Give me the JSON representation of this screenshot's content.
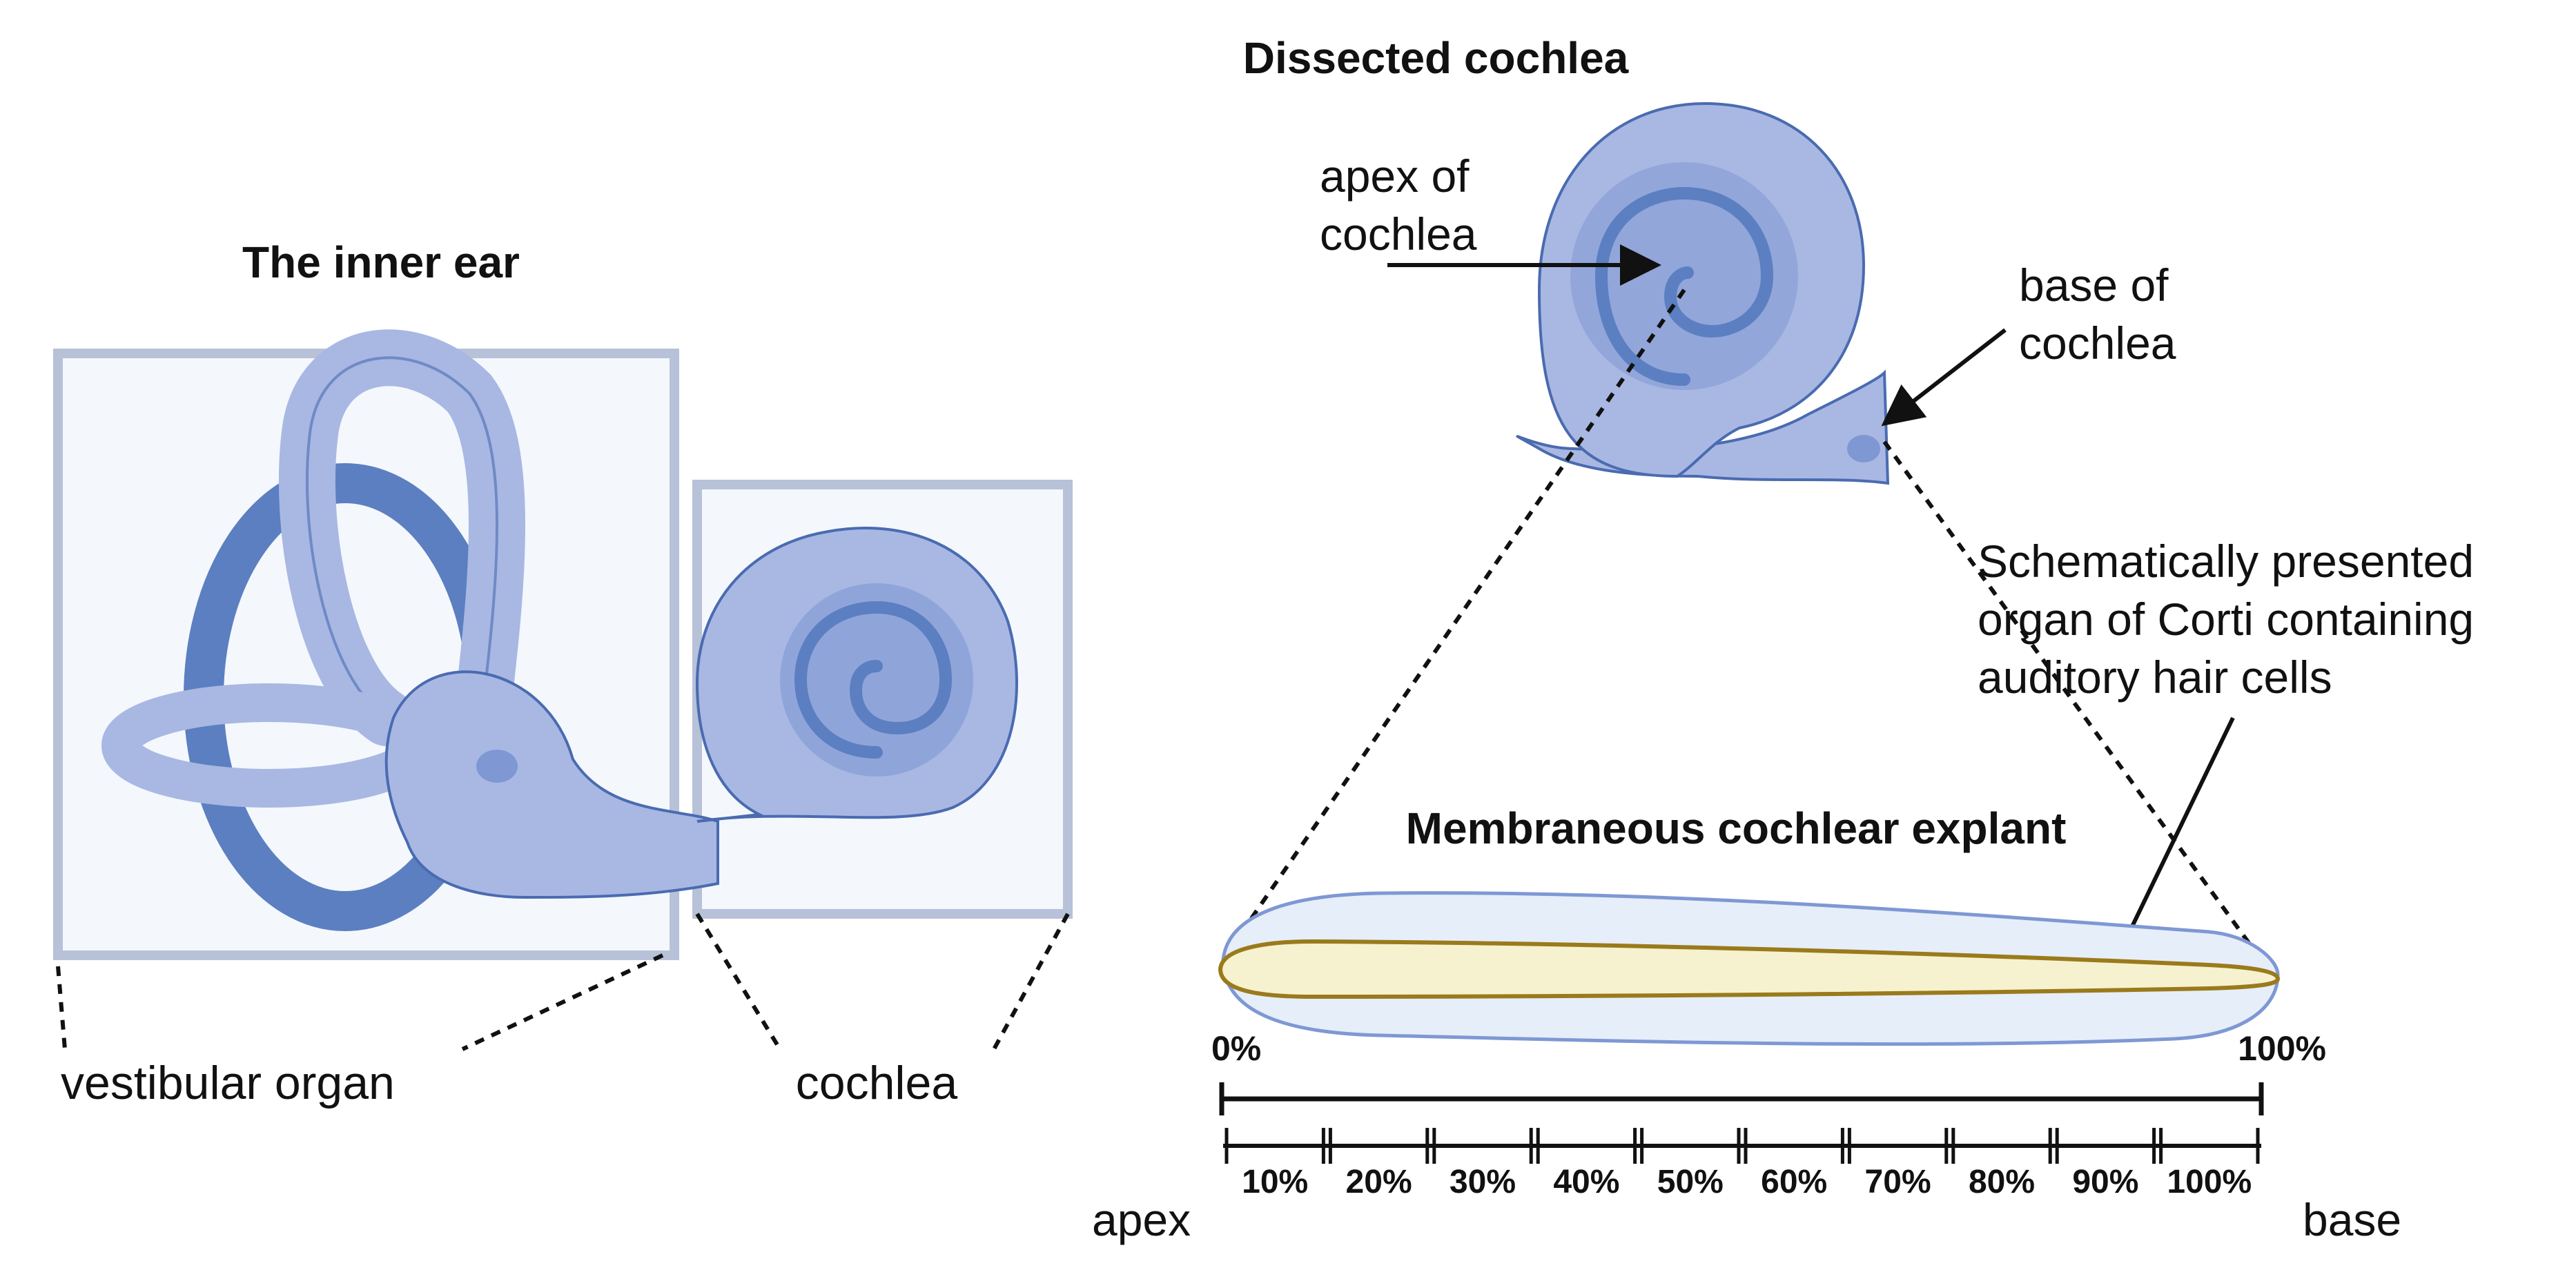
{
  "inner_ear": {
    "title": "The inner ear",
    "label_vestibular": "vestibular organ",
    "label_cochlea": "cochlea"
  },
  "dissected": {
    "title": "Dissected cochlea",
    "apex_line1": "apex of",
    "apex_line2": "cochlea",
    "base_line1": "base of",
    "base_line2": "cochlea"
  },
  "explant": {
    "title": "Membraneous cochlear explant",
    "schematic_line1": "Schematically presented",
    "schematic_line2": "organ of Corti containing",
    "schematic_line3": "auditory hair cells",
    "start_pct": "0%",
    "end_pct": "100%",
    "apex_label": "apex",
    "base_label": "base"
  },
  "scale": {
    "segments": [
      "10%",
      "20%",
      "30%",
      "40%",
      "50%",
      "60%",
      "70%",
      "80%",
      "90%",
      "100%"
    ]
  },
  "colors": {
    "structure_fill": "#a8b8e3",
    "structure_dark": "#5b7fc1",
    "structure_mid": "#7f98d4",
    "outline": "#4a6bb0",
    "box_border": "#b7c1d8",
    "box_fill": "#f4f7fc",
    "explant_fill": "#e6eef9",
    "corti_fill": "#f6f2cf",
    "corti_edge": "#9a7a1c"
  }
}
